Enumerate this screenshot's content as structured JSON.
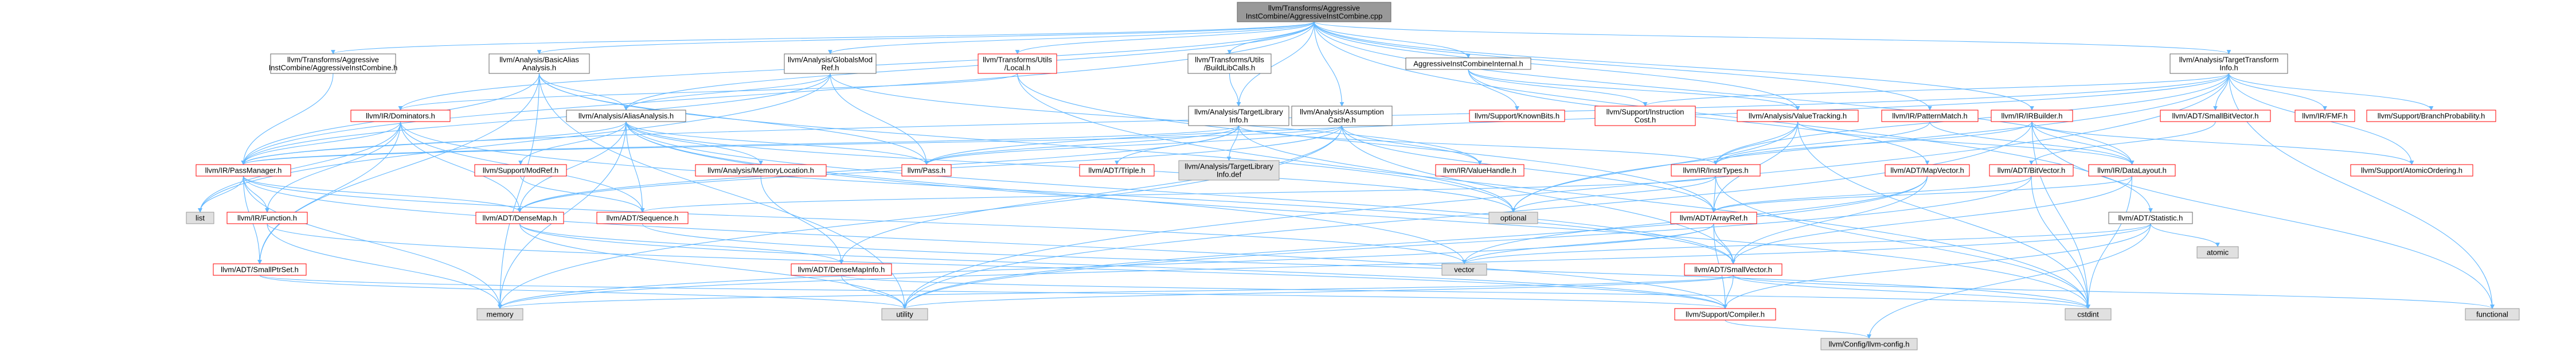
{
  "colors": {
    "root_fill": "#999999",
    "file_fill": "#ffffff",
    "file_stroke": "#666666",
    "missing_stroke": "#ff0000",
    "system_fill": "#e0e0e0",
    "system_stroke": "#999999",
    "edge": "#63b8ff"
  },
  "nodes": [
    {
      "id": "root",
      "kind": "root",
      "lines": [
        "llvm/Transforms/Aggressive",
        "InstCombine/AggressiveInstCombine.cpp"
      ]
    },
    {
      "id": "aic_h",
      "kind": "file",
      "lines": [
        "llvm/Transforms/Aggressive",
        "InstCombine/AggressiveInstCombine.h"
      ]
    },
    {
      "id": "basicaa",
      "kind": "file",
      "lines": [
        "llvm/Analysis/BasicAlias",
        "Analysis.h"
      ]
    },
    {
      "id": "globalsmodref",
      "kind": "file",
      "lines": [
        "llvm/Analysis/GlobalsMod",
        "Ref.h"
      ]
    },
    {
      "id": "utils_local",
      "kind": "missing",
      "lines": [
        "llvm/Transforms/Utils",
        "/Local.h"
      ]
    },
    {
      "id": "buildlibcalls",
      "kind": "file",
      "lines": [
        "llvm/Transforms/Utils",
        "/BuildLibCalls.h"
      ]
    },
    {
      "id": "aicinternal",
      "kind": "file",
      "lines": [
        "AggressiveInstCombineInternal.h"
      ]
    },
    {
      "id": "targettransforminfo",
      "kind": "file",
      "lines": [
        "llvm/Analysis/TargetTransform",
        "Info.h"
      ]
    },
    {
      "id": "dominators",
      "kind": "missing",
      "lines": [
        "llvm/IR/Dominators.h"
      ]
    },
    {
      "id": "aliasanalysis",
      "kind": "file",
      "lines": [
        "llvm/Analysis/AliasAnalysis.h"
      ]
    },
    {
      "id": "targetlibinfo",
      "kind": "file",
      "lines": [
        "llvm/Analysis/TargetLibrary",
        "Info.h"
      ]
    },
    {
      "id": "assumptioncache",
      "kind": "file",
      "lines": [
        "llvm/Analysis/Assumption",
        "Cache.h"
      ]
    },
    {
      "id": "knownbits",
      "kind": "missing",
      "lines": [
        "llvm/Support/KnownBits.h"
      ]
    },
    {
      "id": "instrcost",
      "kind": "missing",
      "lines": [
        "llvm/Support/Instruction",
        "Cost.h"
      ]
    },
    {
      "id": "valuetracking",
      "kind": "missing",
      "lines": [
        "llvm/Analysis/ValueTracking.h"
      ]
    },
    {
      "id": "patternmatch",
      "kind": "missing",
      "lines": [
        "llvm/IR/PatternMatch.h"
      ]
    },
    {
      "id": "irbuilder",
      "kind": "missing",
      "lines": [
        "llvm/IR/IRBuilder.h"
      ]
    },
    {
      "id": "smallbitvector",
      "kind": "missing",
      "lines": [
        "llvm/ADT/SmallBitVector.h"
      ]
    },
    {
      "id": "fmf",
      "kind": "missing",
      "lines": [
        "llvm/IR/FMF.h"
      ]
    },
    {
      "id": "branchprob",
      "kind": "missing",
      "lines": [
        "llvm/Support/BranchProbability.h"
      ]
    },
    {
      "id": "passmanager",
      "kind": "missing",
      "lines": [
        "llvm/IR/PassManager.h"
      ]
    },
    {
      "id": "modref",
      "kind": "missing",
      "lines": [
        "llvm/Support/ModRef.h"
      ]
    },
    {
      "id": "memorylocation",
      "kind": "missing",
      "lines": [
        "llvm/Analysis/MemoryLocation.h"
      ]
    },
    {
      "id": "pass_h",
      "kind": "missing",
      "lines": [
        "llvm/Pass.h"
      ]
    },
    {
      "id": "triple",
      "kind": "missing",
      "lines": [
        "llvm/ADT/Triple.h"
      ]
    },
    {
      "id": "tli_def",
      "kind": "system",
      "lines": [
        "llvm/Analysis/TargetLibrary",
        "Info.def"
      ]
    },
    {
      "id": "valuehandle",
      "kind": "missing",
      "lines": [
        "llvm/IR/ValueHandle.h"
      ]
    },
    {
      "id": "instrtypes",
      "kind": "missing",
      "lines": [
        "llvm/IR/InstrTypes.h"
      ]
    },
    {
      "id": "mapvector",
      "kind": "missing",
      "lines": [
        "llvm/ADT/MapVector.h"
      ]
    },
    {
      "id": "bitvector",
      "kind": "missing",
      "lines": [
        "llvm/ADT/BitVector.h"
      ]
    },
    {
      "id": "datalayout",
      "kind": "missing",
      "lines": [
        "llvm/IR/DataLayout.h"
      ]
    },
    {
      "id": "atomicordering",
      "kind": "missing",
      "lines": [
        "llvm/Support/AtomicOrdering.h"
      ]
    },
    {
      "id": "list",
      "kind": "system",
      "lines": [
        "list"
      ]
    },
    {
      "id": "function_h",
      "kind": "missing",
      "lines": [
        "llvm/IR/Function.h"
      ]
    },
    {
      "id": "densemap",
      "kind": "missing",
      "lines": [
        "llvm/ADT/DenseMap.h"
      ]
    },
    {
      "id": "sequence",
      "kind": "missing",
      "lines": [
        "llvm/ADT/Sequence.h"
      ]
    },
    {
      "id": "optional",
      "kind": "system",
      "lines": [
        "optional"
      ]
    },
    {
      "id": "arrayref",
      "kind": "missing",
      "lines": [
        "llvm/ADT/ArrayRef.h"
      ]
    },
    {
      "id": "statistic",
      "kind": "file",
      "lines": [
        "llvm/ADT/Statistic.h"
      ]
    },
    {
      "id": "atomic",
      "kind": "system",
      "lines": [
        "atomic"
      ]
    },
    {
      "id": "smallptrset",
      "kind": "missing",
      "lines": [
        "llvm/ADT/SmallPtrSet.h"
      ]
    },
    {
      "id": "densemapinfo",
      "kind": "missing",
      "lines": [
        "llvm/ADT/DenseMapInfo.h"
      ]
    },
    {
      "id": "vector",
      "kind": "system",
      "lines": [
        "vector"
      ]
    },
    {
      "id": "smallvector",
      "kind": "missing",
      "lines": [
        "llvm/ADT/SmallVector.h"
      ]
    },
    {
      "id": "memory",
      "kind": "system",
      "lines": [
        "memory"
      ]
    },
    {
      "id": "utility",
      "kind": "system",
      "lines": [
        "utility"
      ]
    },
    {
      "id": "compiler",
      "kind": "missing",
      "lines": [
        "llvm/Support/Compiler.h"
      ]
    },
    {
      "id": "cstdint",
      "kind": "system",
      "lines": [
        "cstdint"
      ]
    },
    {
      "id": "functional",
      "kind": "system",
      "lines": [
        "functional"
      ]
    },
    {
      "id": "config",
      "kind": "system",
      "lines": [
        "llvm/Config/llvm-config.h"
      ]
    }
  ],
  "edges": [
    [
      "root",
      "aic_h"
    ],
    [
      "root",
      "basicaa"
    ],
    [
      "root",
      "globalsmodref"
    ],
    [
      "root",
      "utils_local"
    ],
    [
      "root",
      "buildlibcalls"
    ],
    [
      "root",
      "aicinternal"
    ],
    [
      "root",
      "targettransforminfo"
    ],
    [
      "root",
      "aliasanalysis"
    ],
    [
      "root",
      "assumptioncache"
    ],
    [
      "root",
      "valuetracking"
    ],
    [
      "root",
      "patternmatch"
    ],
    [
      "root",
      "irbuilder"
    ],
    [
      "root",
      "dominators"
    ],
    [
      "root",
      "passmanager"
    ],
    [
      "root",
      "statistic"
    ],
    [
      "root",
      "datalayout"
    ],
    [
      "root",
      "targetlibinfo"
    ],
    [
      "aic_h",
      "passmanager"
    ],
    [
      "basicaa",
      "aliasanalysis"
    ],
    [
      "basicaa",
      "passmanager"
    ],
    [
      "basicaa",
      "pass_h"
    ],
    [
      "basicaa",
      "smallptrset"
    ],
    [
      "basicaa",
      "optional"
    ],
    [
      "basicaa",
      "memory"
    ],
    [
      "basicaa",
      "utility"
    ],
    [
      "globalsmodref",
      "aliasanalysis"
    ],
    [
      "globalsmodref",
      "passmanager"
    ],
    [
      "globalsmodref",
      "pass_h"
    ],
    [
      "globalsmodref",
      "valuehandle"
    ],
    [
      "globalsmodref",
      "list"
    ],
    [
      "utils_local",
      "arrayref"
    ],
    [
      "utils_local",
      "dominators"
    ],
    [
      "utils_local",
      "cstdint"
    ],
    [
      "buildlibcalls",
      "targetlibinfo"
    ],
    [
      "aicinternal",
      "knownbits"
    ],
    [
      "aicinternal",
      "instrcost"
    ],
    [
      "aicinternal",
      "valuetracking"
    ],
    [
      "aicinternal",
      "mapvector"
    ],
    [
      "targettransforminfo",
      "smallbitvector"
    ],
    [
      "targettransforminfo",
      "fmf"
    ],
    [
      "targettransforminfo",
      "branchprob"
    ],
    [
      "targettransforminfo",
      "atomicordering"
    ],
    [
      "targettransforminfo",
      "instrtypes"
    ],
    [
      "targettransforminfo",
      "pass_h"
    ],
    [
      "targettransforminfo",
      "passmanager"
    ],
    [
      "targettransforminfo",
      "instrcost"
    ],
    [
      "targettransforminfo",
      "optional"
    ],
    [
      "targettransforminfo",
      "functional"
    ],
    [
      "targettransforminfo",
      "utility"
    ],
    [
      "dominators",
      "passmanager"
    ],
    [
      "dominators",
      "function_h"
    ],
    [
      "dominators",
      "densemap"
    ],
    [
      "dominators",
      "sequence"
    ],
    [
      "dominators",
      "smallptrset"
    ],
    [
      "dominators",
      "smallvector"
    ],
    [
      "dominators",
      "list"
    ],
    [
      "aliasanalysis",
      "passmanager"
    ],
    [
      "aliasanalysis",
      "modref"
    ],
    [
      "aliasanalysis",
      "memorylocation"
    ],
    [
      "aliasanalysis",
      "pass_h"
    ],
    [
      "aliasanalysis",
      "densemap"
    ],
    [
      "aliasanalysis",
      "sequence"
    ],
    [
      "aliasanalysis",
      "smallvector"
    ],
    [
      "aliasanalysis",
      "optional"
    ],
    [
      "aliasanalysis",
      "cstdint"
    ],
    [
      "aliasanalysis",
      "memory"
    ],
    [
      "aliasanalysis",
      "vector"
    ],
    [
      "targetlibinfo",
      "triple"
    ],
    [
      "targetlibinfo",
      "tli_def"
    ],
    [
      "targetlibinfo",
      "passmanager"
    ],
    [
      "targetlibinfo",
      "pass_h"
    ],
    [
      "targetlibinfo",
      "densemap"
    ],
    [
      "targetlibinfo",
      "instrtypes"
    ],
    [
      "targetlibinfo",
      "optional"
    ],
    [
      "assumptioncache",
      "arrayref"
    ],
    [
      "assumptioncache",
      "densemap"
    ],
    [
      "assumptioncache",
      "densemapinfo"
    ],
    [
      "assumptioncache",
      "smallvector"
    ],
    [
      "assumptioncache",
      "passmanager"
    ],
    [
      "assumptioncache",
      "valuehandle"
    ],
    [
      "assumptioncache",
      "pass_h"
    ],
    [
      "assumptioncache",
      "memory"
    ],
    [
      "valuetracking",
      "arrayref"
    ],
    [
      "valuetracking",
      "smallset"
    ],
    [
      "valuetracking",
      "instrtypes"
    ],
    [
      "valuetracking",
      "datalayout"
    ],
    [
      "valuetracking",
      "cstdint"
    ],
    [
      "valuetracking",
      "optional"
    ],
    [
      "patternmatch",
      "instrtypes"
    ],
    [
      "patternmatch",
      "datalayout"
    ],
    [
      "irbuilder",
      "instrtypes"
    ],
    [
      "irbuilder",
      "datalayout"
    ],
    [
      "irbuilder",
      "atomicordering"
    ],
    [
      "irbuilder",
      "cstdint"
    ],
    [
      "irbuilder",
      "functional"
    ],
    [
      "irbuilder",
      "utility"
    ],
    [
      "smallbitvector",
      "bitvector"
    ],
    [
      "passmanager",
      "function_h"
    ],
    [
      "passmanager",
      "densemap"
    ],
    [
      "passmanager",
      "smallptrset"
    ],
    [
      "passmanager",
      "list"
    ],
    [
      "passmanager",
      "memory"
    ],
    [
      "passmanager",
      "vector"
    ],
    [
      "passmanager",
      "compiler"
    ],
    [
      "memorylocation",
      "densemapinfo"
    ],
    [
      "modref",
      "sequence"
    ],
    [
      "instrtypes",
      "arrayref"
    ],
    [
      "instrtypes",
      "optional"
    ],
    [
      "instrtypes",
      "cstdint"
    ],
    [
      "instrtypes",
      "sequence"
    ],
    [
      "mapvector",
      "smallvector"
    ],
    [
      "mapvector",
      "vector"
    ],
    [
      "mapvector",
      "utility"
    ],
    [
      "bitvector",
      "arrayref"
    ],
    [
      "bitvector",
      "cstdint"
    ],
    [
      "bitvector",
      "utility"
    ],
    [
      "datalayout",
      "arrayref"
    ],
    [
      "datalayout",
      "smallvector"
    ],
    [
      "datalayout",
      "cstdint"
    ],
    [
      "function_h",
      "compiler"
    ],
    [
      "function_h",
      "memory"
    ],
    [
      "densemap",
      "densemapinfo"
    ],
    [
      "densemap",
      "compiler"
    ],
    [
      "densemap",
      "utility"
    ],
    [
      "arrayref",
      "smallvector"
    ],
    [
      "arrayref",
      "compiler"
    ],
    [
      "arrayref",
      "vector"
    ],
    [
      "arrayref",
      "memory"
    ],
    [
      "statistic",
      "compiler"
    ],
    [
      "statistic",
      "config"
    ],
    [
      "statistic",
      "atomic"
    ],
    [
      "statistic",
      "memory"
    ],
    [
      "statistic",
      "vector"
    ],
    [
      "smallptrset",
      "compiler"
    ],
    [
      "smallptrset",
      "utility"
    ],
    [
      "densemapinfo",
      "cstdint"
    ],
    [
      "densemapinfo",
      "utility"
    ],
    [
      "smallvector",
      "compiler"
    ],
    [
      "smallvector",
      "cstdint"
    ],
    [
      "smallvector",
      "functional"
    ],
    [
      "smallvector",
      "utility"
    ],
    [
      "smallvector",
      "memory"
    ],
    [
      "compiler",
      "config"
    ],
    [
      "sequence",
      "cstdint"
    ]
  ]
}
